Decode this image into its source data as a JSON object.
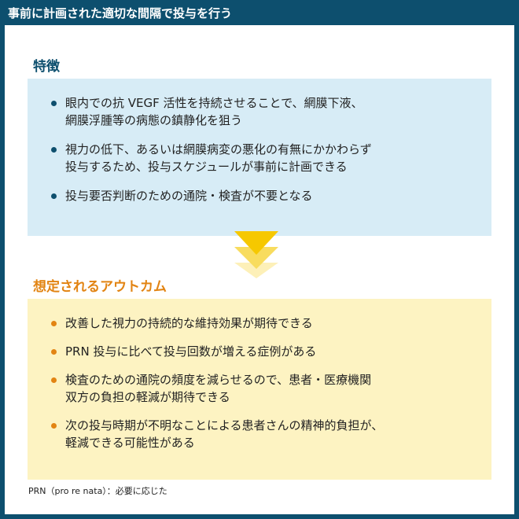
{
  "header": {
    "title": "事前に計画された適切な間隔で投与を行う"
  },
  "features": {
    "title": "特徴",
    "items": [
      {
        "lines": [
          "眼内での抗 VEGF 活性を持続させることで、網膜下液、",
          "網膜浮腫等の病態の鎮静化を狙う"
        ]
      },
      {
        "lines": [
          "視力の低下、あるいは網膜病変の悪化の有無にかかわらず",
          "投与するため、投与スケジュールが事前に計画できる"
        ]
      },
      {
        "lines": [
          "投与要否判断のための通院・検査が不要となる"
        ]
      }
    ]
  },
  "outcomes": {
    "title": "想定されるアウトカム",
    "items": [
      {
        "lines": [
          "改善した視力の持続的な維持効果が期待できる"
        ]
      },
      {
        "lines": [
          "PRN 投与に比べて投与回数が増える症例がある"
        ]
      },
      {
        "lines": [
          "検査のための通院の頻度を減らせるので、患者・医療機関",
          "双方の負担の軽減が期待できる"
        ]
      },
      {
        "lines": [
          "次の投与時期が不明なことによる患者さんの精神的負担が、",
          "軽減できる可能性がある"
        ]
      }
    ]
  },
  "footnote": {
    "text": "PRN（pro re nata）：必要に応じた"
  },
  "colors": {
    "header_bg": "#0d4f6e",
    "feature_box": "#d7ecf6",
    "outcome_box": "#fdf3c2",
    "outcome_accent": "#e28413",
    "arrow": "#f6c800"
  }
}
